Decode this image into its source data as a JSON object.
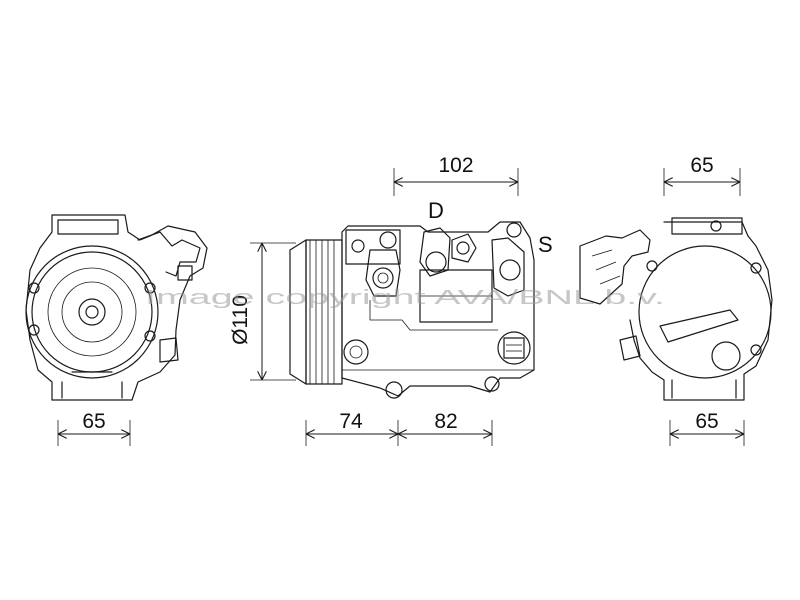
{
  "dimensions": {
    "front_width": "65",
    "top_length": "102",
    "right_top_width": "65",
    "pulley_diameter": "Ø110",
    "segment_left": "74",
    "segment_right": "82",
    "right_bottom_width": "65"
  },
  "port_labels": {
    "discharge": "D",
    "suction": "S"
  },
  "watermark": "Image copyright AVA/BNL b.v."
}
